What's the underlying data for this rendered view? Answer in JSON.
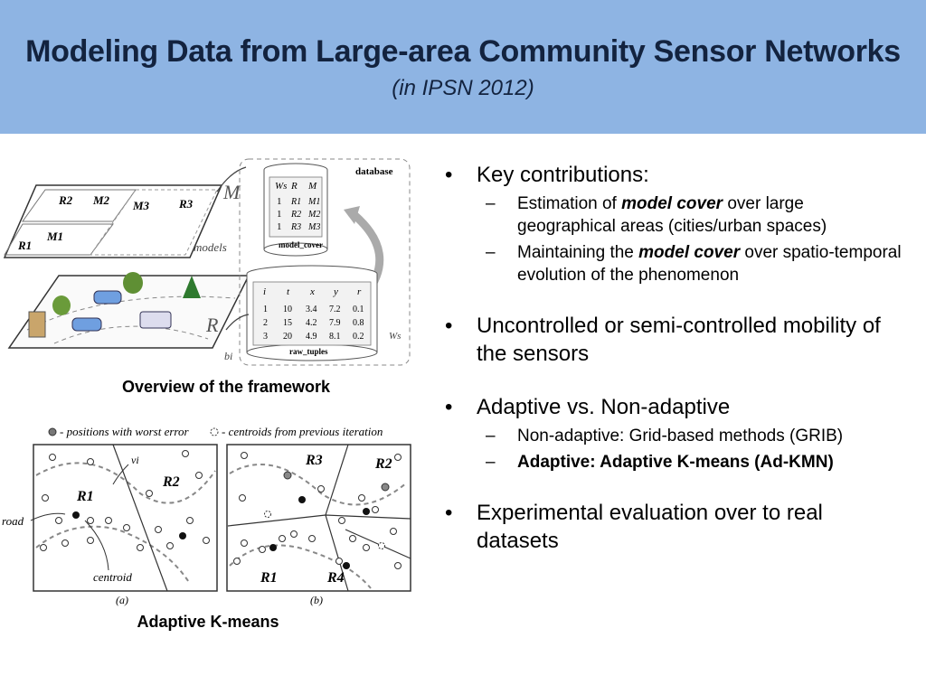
{
  "header": {
    "title": "Modeling Data from Large-area Community Sensor Networks",
    "subtitle": "(in IPSN 2012)"
  },
  "figure1": {
    "caption": "Overview of the framework",
    "database_label": "database",
    "model_cover_label": "model_cover",
    "raw_tuples_label": "raw_tuples",
    "models_label": "models",
    "model_cover_table": {
      "headers": [
        "Ws",
        "R",
        "M"
      ],
      "rows": [
        [
          "1",
          "R1",
          "M1"
        ],
        [
          "1",
          "R2",
          "M2"
        ],
        [
          "1",
          "R3",
          "M3"
        ]
      ]
    },
    "raw_tuples_table": {
      "headers": [
        "i",
        "t",
        "x",
        "y",
        "r"
      ],
      "rows": [
        [
          "1",
          "10",
          "3.4",
          "7.2",
          "0.1"
        ],
        [
          "2",
          "15",
          "4.2",
          "7.9",
          "0.8"
        ],
        [
          "3",
          "20",
          "4.9",
          "8.1",
          "0.2"
        ]
      ]
    },
    "region_labels": [
      "R2",
      "M2",
      "M3",
      "R3",
      "R1",
      "M1"
    ],
    "symbol_M": "M",
    "symbol_R": "R",
    "symbol_Ws": "Ws",
    "symbol_bi": "bi"
  },
  "figure2": {
    "caption": "Adaptive K-means",
    "legend_worst": "- positions with worst error",
    "legend_centroids": "- centroids from previous iteration",
    "panel_a_label": "(a)",
    "panel_b_label": "(b)",
    "road_label": "road",
    "centroid_label": "centroid",
    "vi_label": "vi",
    "panel_a_regions": [
      "R1",
      "R2"
    ],
    "panel_b_regions": [
      "R3",
      "R2",
      "R1",
      "R4"
    ]
  },
  "bullets": [
    {
      "text": "Key contributions:",
      "subs": [
        {
          "pre": "Estimation of ",
          "em": "model cover",
          "post": " over large geographical areas (cities/urban spaces)"
        },
        {
          "pre": "Maintaining  the ",
          "em": "model cover",
          "post": " over spatio-temporal evolution of the phenomenon"
        }
      ]
    },
    {
      "text": "Uncontrolled or semi-controlled mobility of the sensors",
      "subs": []
    },
    {
      "text": "Adaptive vs. Non-adaptive",
      "subs": [
        {
          "pre": "Non-adaptive: Grid-based methods (GRIB)",
          "em": "",
          "post": ""
        },
        {
          "pre": "",
          "bold": "Adaptive: Adaptive K-means (Ad-KMN)",
          "em": "",
          "post": ""
        }
      ]
    },
    {
      "text": "Experimental evaluation over to real datasets",
      "subs": []
    }
  ],
  "colors": {
    "header_bg": "#8eb4e3",
    "title": "#13233f"
  }
}
